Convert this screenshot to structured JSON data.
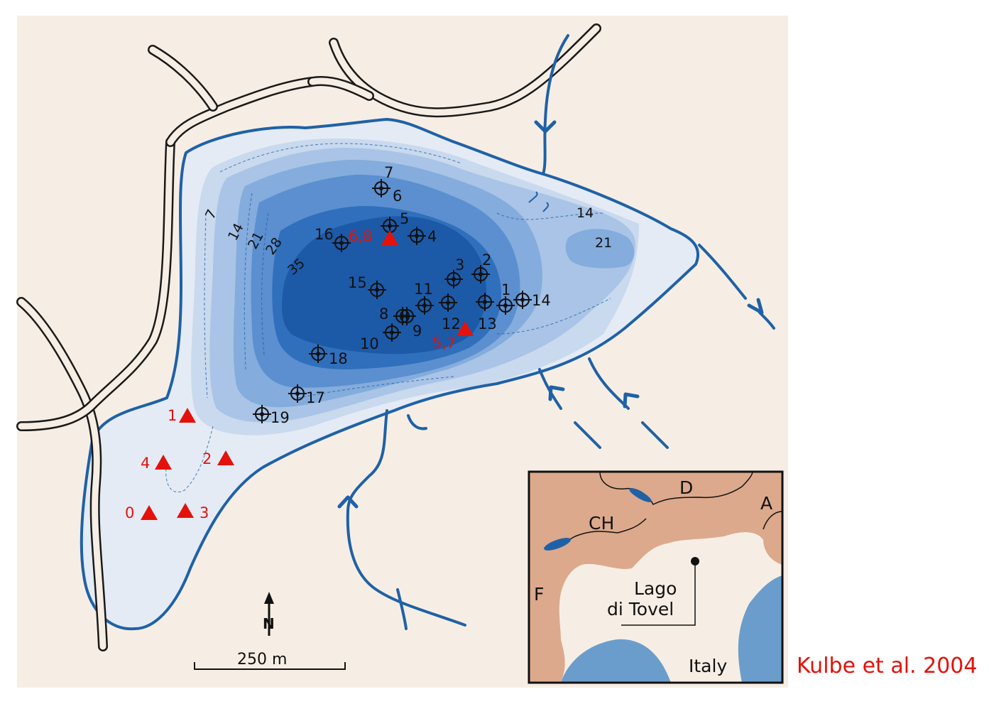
{
  "colors": {
    "land": "#f6eee4",
    "lake_shallow": "#e4ebf5",
    "lake_d1": "#c9d9ee",
    "lake_d2": "#a9c4e6",
    "lake_d3": "#84acdc",
    "lake_d4": "#5b8fcf",
    "lake_d5": "#2f6fbb",
    "lake_d6": "#1c5aa8",
    "water_line": "#1f61a6",
    "stream": "#1f61a6",
    "road": "#1a1a1a",
    "red_marker": "#e3120b",
    "inset_land": "#dca98c",
    "inset_italy": "#f6eee4",
    "inset_sea": "#6b9dcc",
    "black": "#111111"
  },
  "depth_labels": [
    "7",
    "14",
    "21",
    "28",
    "35",
    "14",
    "21"
  ],
  "black_stations": [
    "7",
    "6",
    "5",
    "4",
    "16",
    "3",
    "2",
    "15",
    "11",
    "1",
    "14",
    "8",
    "9",
    "12",
    "13",
    "10",
    "18",
    "17",
    "19"
  ],
  "red_stations": [
    "6,8",
    "5,7",
    "1",
    "4",
    "2",
    "0",
    "3"
  ],
  "north_label": "N",
  "scale_label": "250 m",
  "inset": {
    "countries": [
      "D",
      "A",
      "CH",
      "F",
      "Italy"
    ],
    "lake_label_line1": "Lago",
    "lake_label_line2": "di Tovel"
  },
  "citation": "Kulbe et al. 2004",
  "icons": [
    "north-arrow-icon",
    "sampling-station-icon",
    "red-triangle-icon",
    "inflow-arrow-icon"
  ]
}
